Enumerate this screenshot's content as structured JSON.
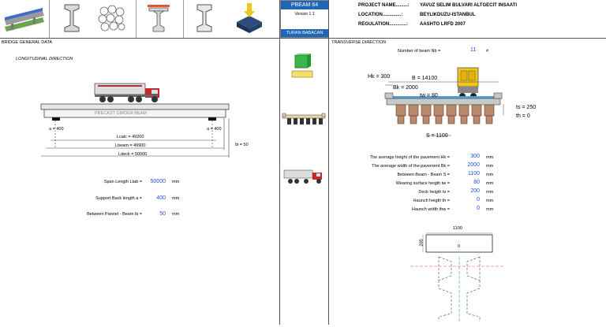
{
  "app": {
    "name": "PBEAM 64",
    "version": "Version 1.1",
    "author": "TURAN BABACAN"
  },
  "project": {
    "name_label": "PROJECT NAME.........:",
    "name_value": "YAVUZ SELIM BULVARI ALTGECIT INSAATI",
    "location_label": "LOCATION..............:",
    "location_value": "BEYLIKDUZU-ISTANBUL",
    "regulation_label": "REGULATION.............:",
    "regulation_value": "AASHTO LRFD 2007"
  },
  "left": {
    "section_title": "BRIDGE GENERAL DATA",
    "subtitle": "LONGITUDINAL DIRECTION",
    "beam_label": "PRECAST GIRDER BEAM",
    "dims": {
      "a_left": "a = 400",
      "a_right": "a = 400",
      "lcalc": "Lcalc = 49200",
      "lbeam": "Lbeam = 49900",
      "ldeck": "Ldeck = 50000",
      "bi": "bi = 50"
    },
    "params": [
      {
        "label": "Span Length  Ltab =",
        "value": "50000",
        "unit": "mm"
      },
      {
        "label": "Support Back length  a =",
        "value": "400",
        "unit": "mm"
      },
      {
        "label": "Between Pannel - Beam  bi =",
        "value": "50",
        "unit": "mm"
      }
    ]
  },
  "right": {
    "section_title": "TRANSVERSE DIRECTION",
    "nb_label": "Number of beam  Nb =",
    "nb_value": "11",
    "nb_unit": "#",
    "dims": {
      "hk": "Hk = 300",
      "b": "B = 14100",
      "bk": "Bk = 2000",
      "tw": "tw = 80",
      "ts": "ts = 250",
      "th": "th = 0",
      "s": "S = 1100"
    },
    "params": [
      {
        "label": "The average height of the pavement  Hk =",
        "value": "300",
        "unit": "mm"
      },
      {
        "label": "The average width of the pavement  Bk =",
        "value": "2000",
        "unit": "mm"
      },
      {
        "label": "Between Beam - Beam  S =",
        "value": "1100",
        "unit": "mm"
      },
      {
        "label": "Wearing surface heigth  tw =",
        "value": "80",
        "unit": "mm"
      },
      {
        "label": "Deck heigth  ts =",
        "value": "200",
        "unit": "mm"
      },
      {
        "label": "Haunch heigth  th =",
        "value": "0",
        "unit": "mm"
      },
      {
        "label": "Haunch width  thw =",
        "value": "0",
        "unit": "mm"
      }
    ],
    "section_dims": {
      "width": "1100",
      "height": "200",
      "zero": "0"
    }
  }
}
